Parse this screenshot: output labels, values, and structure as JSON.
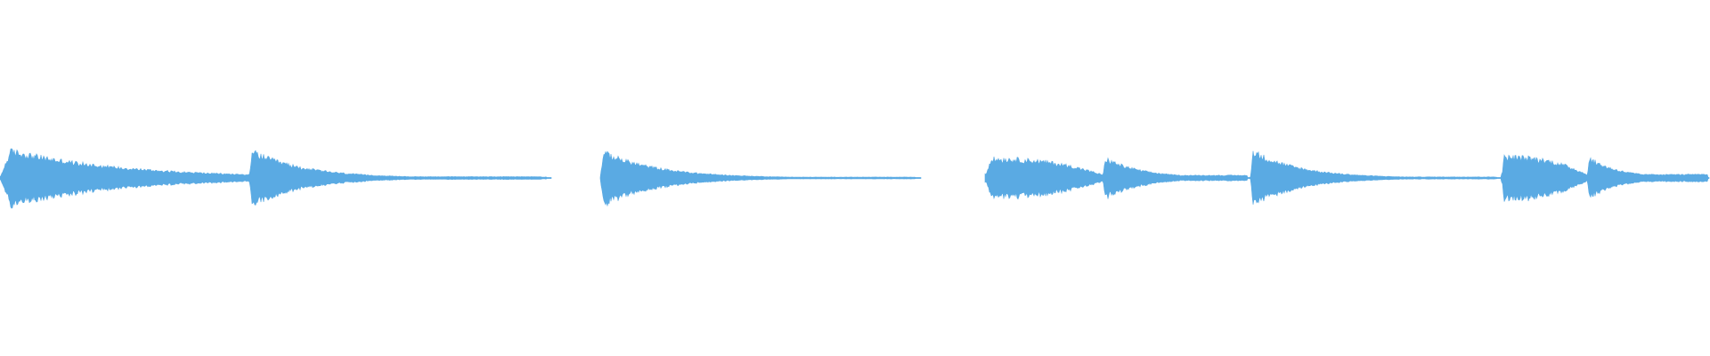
{
  "waveform": {
    "color": "#5AAAE3",
    "background": "#ffffff",
    "segments": [
      {
        "start": 0.0,
        "end": 0.323,
        "peak": 0.34,
        "attack": 0.02,
        "decay": 2.2,
        "floor": 0.015
      },
      {
        "start": 0.146,
        "end": 0.323,
        "peak": 0.32,
        "attack": 0.01,
        "decay": 2.6,
        "floor": 0.012
      },
      {
        "start": 0.351,
        "end": 0.539,
        "peak": 0.31,
        "attack": 0.01,
        "decay": 2.6,
        "floor": 0.01
      },
      {
        "start": 0.576,
        "end": 0.645,
        "peak": 0.22,
        "attack": 0.05,
        "decay": 1.2,
        "floor": 0.05,
        "swell": true
      },
      {
        "start": 0.645,
        "end": 0.731,
        "peak": 0.24,
        "attack": 0.02,
        "decay": 1.8,
        "floor": 0.03
      },
      {
        "start": 0.731,
        "end": 0.878,
        "peak": 0.32,
        "attack": 0.01,
        "decay": 2.4,
        "floor": 0.012
      },
      {
        "start": 0.878,
        "end": 0.928,
        "peak": 0.24,
        "attack": 0.03,
        "decay": 1.3,
        "floor": 0.05,
        "swell": true
      },
      {
        "start": 0.928,
        "end": 1.0,
        "peak": 0.24,
        "attack": 0.02,
        "decay": 1.8,
        "floor": 0.04
      }
    ]
  }
}
